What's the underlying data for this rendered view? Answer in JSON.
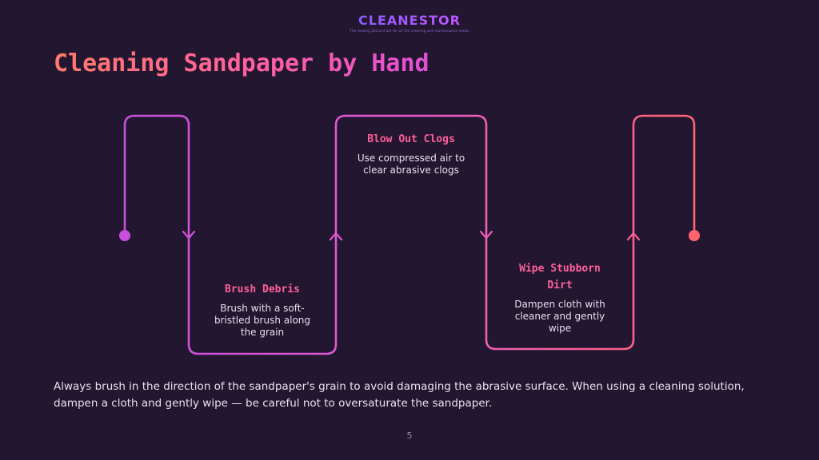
{
  "brand": {
    "name": "CLEANESTOR",
    "tagline": "The leading Discord bot for all the cleaning and maintenance needs"
  },
  "title": "Cleaning Sandpaper by Hand",
  "steps": [
    {
      "title": "Brush Debris",
      "description": "Brush with a soft-bristled brush along the grain"
    },
    {
      "title": "Blow Out Clogs",
      "description": "Use compressed air to clear abrasive clogs"
    },
    {
      "title": "Wipe Stubborn Dirt",
      "description": "Dampen cloth with cleaner and gently wipe"
    }
  ],
  "note": "Always brush in the direction of the sandpaper's grain to avoid damaging the abrasive surface. When using a cleaning solution, dampen a cloth and gently wipe — be careful not to oversaturate the sandpaper.",
  "page_number": "5",
  "colors": {
    "background": "#231630",
    "accent_start": "#c84fe0",
    "accent_end": "#ff6470",
    "heading": "#ff5f9a"
  }
}
